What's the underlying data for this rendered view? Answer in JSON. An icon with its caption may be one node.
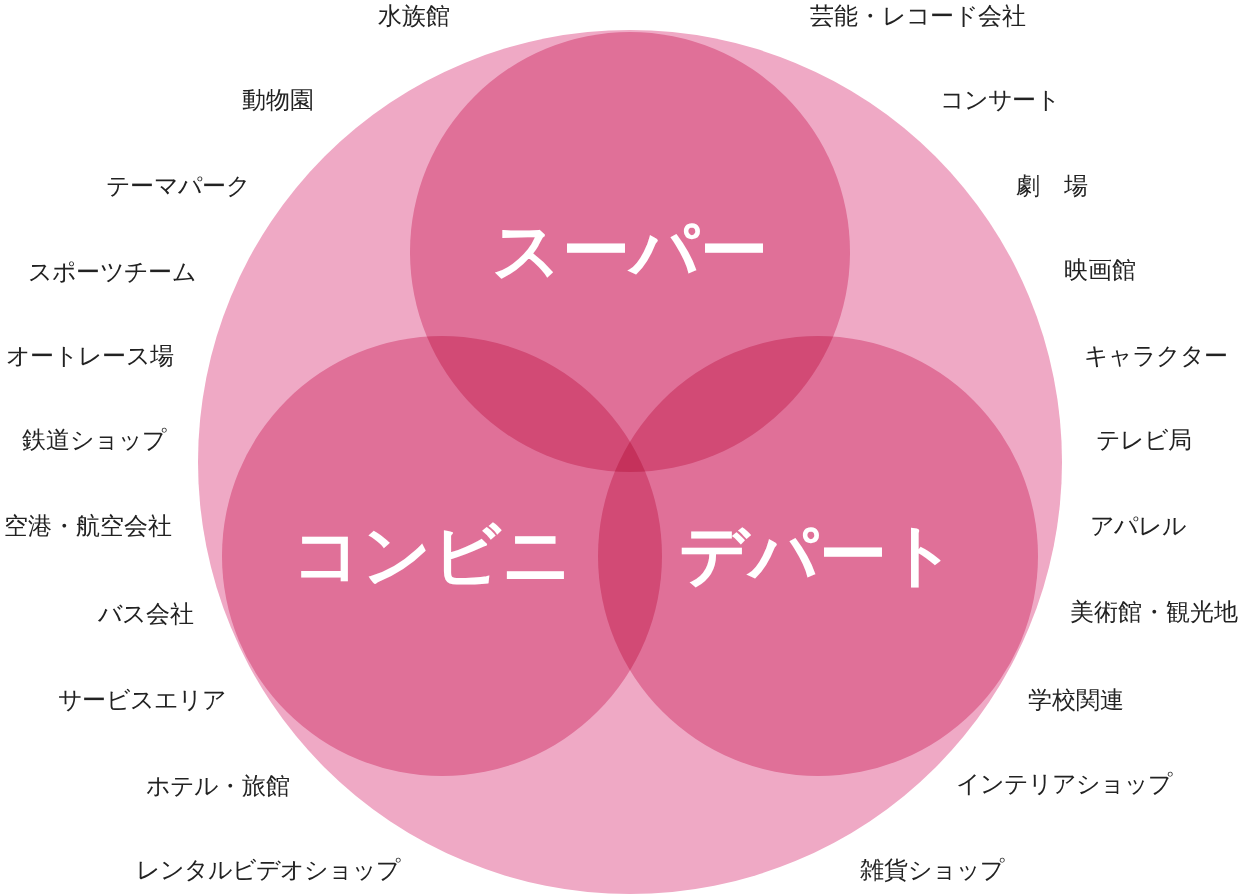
{
  "diagram": {
    "nodes": [
      {
        "text": [],
        "shape": "circle"
      },
      {
        "text": [
          "スーパー"
        ],
        "in": 0
      },
      {
        "text": [
          "コンビニ"
        ],
        "in": 0
      },
      {
        "text": [
          "デパート"
        ],
        "in": 0
      }
    ],
    "labels": [
      "水族館",
      "芸能・レコード会社",
      "動物園",
      "コンサート",
      "テーマパーク",
      "劇　場",
      "スポーツチーム",
      "映画館",
      "オートレース場",
      "キャラクター",
      "鉄道ショップ",
      "テレビ局",
      "空港・航空会社",
      "アパレル",
      "バス会社",
      "美術館・観光地",
      "サービスエリア",
      "学校関連",
      "ホテル・旅館",
      "インテリアショップ",
      "レンタルビデオショップ",
      "雑貨ショップ"
    ]
  }
}
